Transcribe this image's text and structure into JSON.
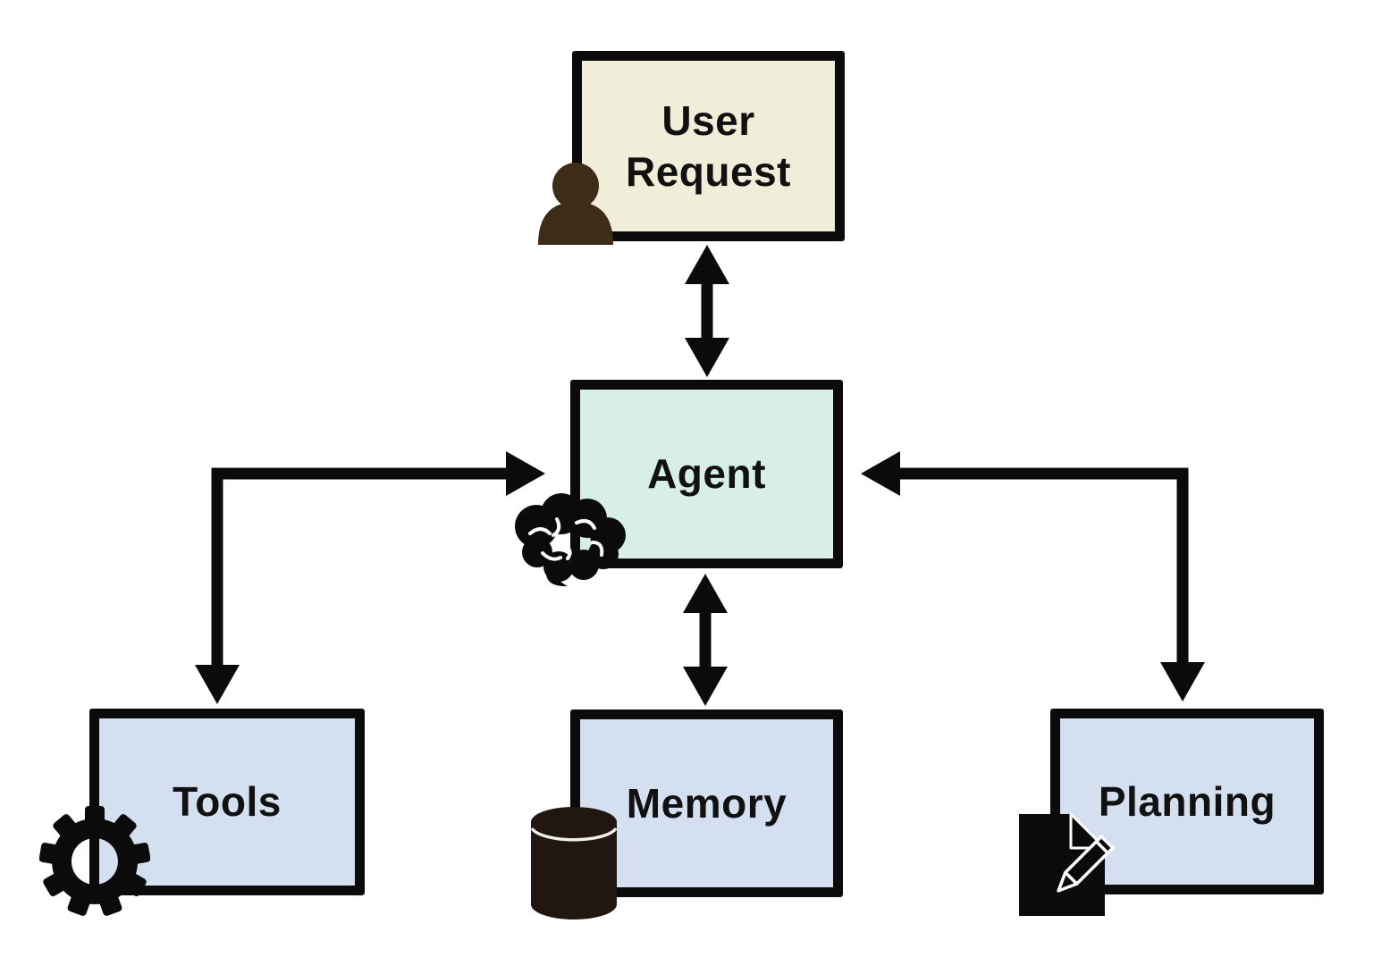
{
  "diagram": {
    "background": "#ffffff",
    "colors": {
      "border": "#0b0b0b",
      "arrow": "#0b0b0b",
      "text": "#111111",
      "user_request_fill": "#f0eed9",
      "agent_fill": "#d7efe8",
      "subsystem_fill": "#d4e0f0",
      "person_icon": "#3d2c18",
      "database_icon": "#211710",
      "icon_black": "#0b0b0b"
    },
    "nodes": {
      "user_request": {
        "label": "User Request",
        "icon": "person-icon"
      },
      "agent": {
        "label": "Agent",
        "icon": "brain-icon"
      },
      "tools": {
        "label": "Tools",
        "icon": "gear-icon"
      },
      "memory": {
        "label": "Memory",
        "icon": "database-icon"
      },
      "planning": {
        "label": "Planning",
        "icon": "document-pencil-icon"
      }
    },
    "edges": [
      {
        "from": "User Request",
        "to": "Agent",
        "style": "double-headed-vertical"
      },
      {
        "from": "Agent",
        "to": "Memory",
        "style": "double-headed-vertical"
      },
      {
        "from": "Tools",
        "to": "Agent",
        "style": "double-headed-elbow"
      },
      {
        "from": "Planning",
        "to": "Agent",
        "style": "double-headed-elbow"
      }
    ]
  }
}
